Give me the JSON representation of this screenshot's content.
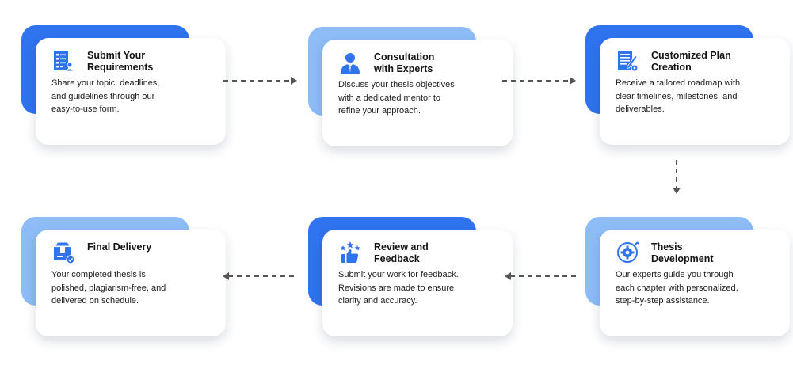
{
  "colors": {
    "accent_dark": "#2f73ee",
    "accent_light": "#8dbcf6",
    "icon_blue": "#2f73ee",
    "arrow": "#555555"
  },
  "steps": [
    {
      "icon": "checklist-document-icon",
      "title": "Submit Your\nRequirements",
      "description": "Share your topic, deadlines,\nand guidelines through our\neasy-to-use form."
    },
    {
      "icon": "mentor-person-icon",
      "title": "Consultation\nwith Experts",
      "description": "Discuss your thesis objectives\nwith a dedicated mentor to\nrefine your approach."
    },
    {
      "icon": "plan-document-gear-icon",
      "title": "Customized Plan\nCreation",
      "description": "Receive a tailored roadmap with\nclear timelines, milestones, and\ndeliverables."
    },
    {
      "icon": "target-gear-icon",
      "title": "Thesis\nDevelopment",
      "description": "Our experts guide you through\neach chapter with personalized,\nstep-by-step assistance."
    },
    {
      "icon": "thumbs-up-stars-icon",
      "title": "Review and\nFeedback",
      "description": "Submit your work for feedback.\nRevisions are made to ensure\nclarity and accuracy."
    },
    {
      "icon": "delivery-box-check-icon",
      "title": "Final Delivery",
      "description": "Your completed thesis is\npolished, plagiarism-free, and\ndelivered on schedule."
    }
  ]
}
